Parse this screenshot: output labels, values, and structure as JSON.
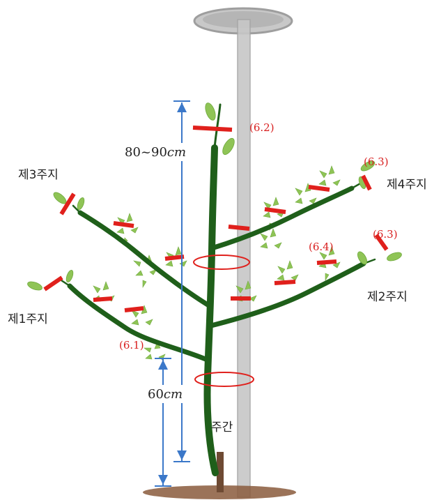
{
  "colors": {
    "branch": "#1f5f1a",
    "cut_mark": "#e0201c",
    "ring": "#e0201c",
    "dimension": "#3b78c9",
    "pole": "#bdbdbd",
    "leaf": "#8fc456",
    "soil": "#8a5a3c"
  },
  "labels": {
    "branch1": "제1주지",
    "branch2": "제2주지",
    "branch3": "제3주지",
    "branch4": "제4주지",
    "trunk": "주간"
  },
  "refs": {
    "r61": "(6.1)",
    "r62": "(6.2)",
    "r63a": "(6.3)",
    "r63b": "(6.3)",
    "r64": "(6.4)"
  },
  "dimensions": {
    "upper_num": "80~90",
    "upper_unit": "cm",
    "lower_num": "60",
    "lower_unit": "cm"
  }
}
